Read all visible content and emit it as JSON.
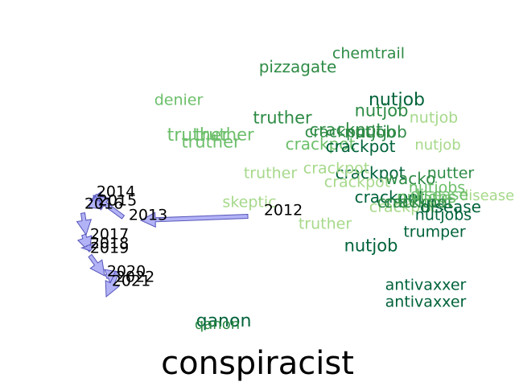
{
  "title": "conspiracist",
  "colors": {
    "dark": "#00633a",
    "mid": "#2e8b45",
    "light": "#6cbf6a",
    "pale": "#a6d98a",
    "arrow_fill": "#a4a4f4",
    "arrow_stroke": "#5555bb"
  },
  "words": [
    "chemtrail",
    "pizzagate",
    "nutjob",
    "nutjob",
    "nutjob",
    "denier",
    "truther",
    "nutjob",
    "crackpot",
    "nutjob",
    "crackpot",
    "truther",
    "truther",
    "truther",
    "crackpot",
    "crackpot",
    "nutjob",
    "truther",
    "crackpot",
    "crackpot",
    "crackpot",
    "nutter",
    "wacko",
    "nutjobs",
    "crackpot",
    "crackpot",
    "nutjobs",
    "crackpot",
    "disease",
    "disease",
    "skeptic",
    "crackpot",
    "disease",
    "nutjobs",
    "truther",
    "trumper",
    "nutjob",
    "antivaxxer",
    "antivaxxer",
    "qanon",
    "qanon"
  ],
  "years": [
    "2012",
    "2013",
    "2014",
    "2015",
    "2016",
    "2017",
    "2018",
    "2019",
    "2020",
    "2021",
    "2022"
  ]
}
